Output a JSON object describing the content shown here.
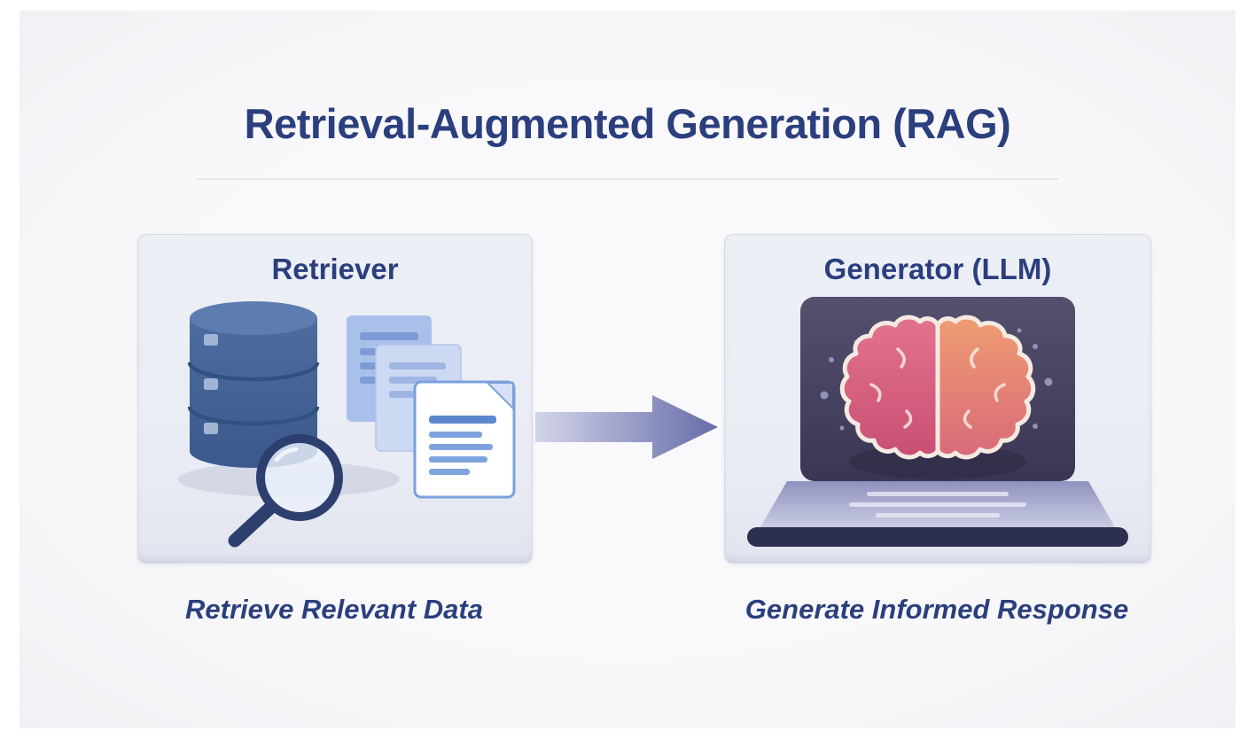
{
  "title": "Retrieval-Augmented Generation (RAG)",
  "nodes": [
    {
      "id": "retriever",
      "label": "Retriever",
      "caption": "Retrieve Relevant Data",
      "icons": [
        "database-icon",
        "documents-icon",
        "magnifier-icon"
      ]
    },
    {
      "id": "generator",
      "label": "Generator (LLM)",
      "caption": "Generate Informed Response",
      "icons": [
        "laptop-icon",
        "brain-icon"
      ]
    }
  ],
  "connector": {
    "type": "arrow",
    "from": "retriever",
    "to": "generator",
    "direction": "right"
  },
  "colors": {
    "title_text": "#2b3f7e",
    "card_bg": "#e9ecf4",
    "card_border": "#d5d9e6",
    "database_blue": "#46639a",
    "document_blue": "#a9c0ea",
    "magnifier_navy": "#2d3f6e",
    "arrow_from": "#d3d5ea",
    "arrow_to": "#666ba8",
    "brain_pink": "#c94f72",
    "brain_orange": "#ef9c72",
    "laptop_screen": "#3f3c5a",
    "laptop_base": "#a6a9cd",
    "laptop_bar": "#2c2f4e"
  }
}
